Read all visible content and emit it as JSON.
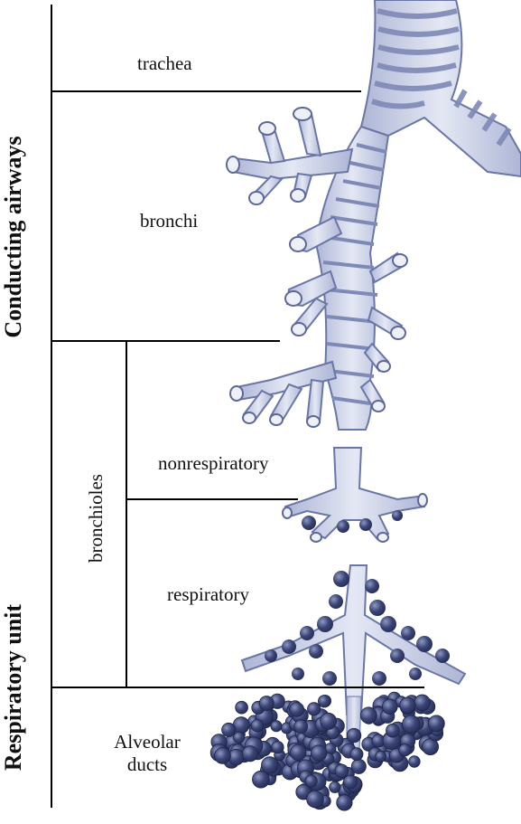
{
  "labels": {
    "trachea": "trachea",
    "bronchi": "bronchi",
    "nonrespiratory": "nonrespiratory",
    "respiratory": "respiratory",
    "alveolar_ducts_line1": "Alveolar",
    "alveolar_ducts_line2": "ducts",
    "bronchioles": "bronchioles",
    "conducting_airways": "Conducting airways",
    "respiratory_unit": "Respiratory unit"
  },
  "colors": {
    "airway_fill": "#c9d0e6",
    "airway_stroke": "#6a76a6",
    "airway_ring": "#7e89b6",
    "alveoli_fill": "#3b4576",
    "alveoli_highlight": "#8e98c2",
    "line": "#000000"
  }
}
